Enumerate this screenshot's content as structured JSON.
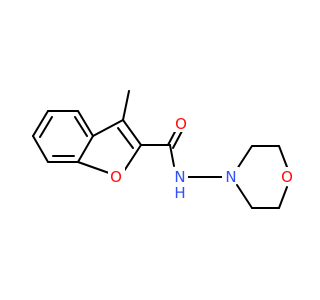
{
  "molecule": {
    "atoms": {
      "carbonyl_oxygen": {
        "symbol": "O",
        "color": "#ff0d0d"
      },
      "furan_oxygen": {
        "symbol": "O",
        "color": "#ff0d0d"
      },
      "amide_nitrogen": {
        "symbol": "N",
        "color": "#3050f8"
      },
      "amide_hydrogen": {
        "symbol": "H",
        "color": "#3050f8"
      },
      "morpholine_nitrogen": {
        "symbol": "N",
        "color": "#3050f8"
      },
      "morpholine_oxygen": {
        "symbol": "O",
        "color": "#ff0d0d"
      }
    },
    "bond_color": "#000000",
    "background_color": "#ffffff"
  }
}
